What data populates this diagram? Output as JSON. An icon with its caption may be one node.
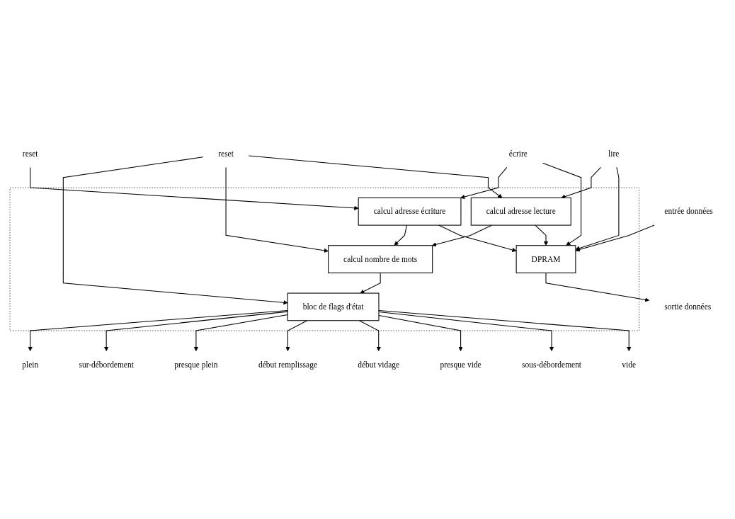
{
  "diagram": {
    "nodes": [
      {
        "text": [],
        "shape": "box"
      },
      {
        "text": [
          "entrée données"
        ]
      },
      {
        "text": [
          "sortie données"
        ]
      },
      {
        "text": [
          "lire"
        ]
      },
      {
        "text": [
          "DPRAM"
        ],
        "in": 0
      },
      {
        "text": [
          "écrire"
        ]
      },
      {
        "text": [
          "calcul adresse lecture"
        ],
        "in": 0
      },
      {
        "text": [
          "calcul adresse écriture"
        ],
        "in": 0
      },
      {
        "text": [
          "calcul nombre de mots"
        ],
        "in": 0
      },
      {
        "text": [
          "reset"
        ]
      },
      {
        "text": [
          "reset"
        ]
      },
      {
        "text": [
          "bloc de flags d'état"
        ],
        "in": 0
      },
      {
        "text": [
          "vide"
        ]
      },
      {
        "text": [
          "sous-débordement"
        ]
      },
      {
        "text": [
          "presque vide"
        ]
      },
      {
        "text": [
          "début vidage"
        ]
      },
      {
        "text": [
          "début remplissage"
        ]
      },
      {
        "text": [
          "presque plein"
        ]
      },
      {
        "text": [
          "sur-débordement"
        ]
      },
      {
        "text": [
          "plein"
        ]
      }
    ],
    "edges": [
      {
        "from": 1,
        "to": 4,
        "arrow": "to"
      },
      {
        "from": 4,
        "to": 2,
        "arrow": "to"
      },
      {
        "from": 3,
        "to": 4,
        "arrow": "to"
      },
      {
        "from": 3,
        "to": 6,
        "arrow": "to"
      },
      {
        "from": 5,
        "to": 4,
        "arrow": "to"
      },
      {
        "from": 5,
        "to": 7,
        "arrow": "to"
      },
      {
        "from": 6,
        "to": 4,
        "arrow": "to"
      },
      {
        "from": 6,
        "to": 8,
        "arrow": "to"
      },
      {
        "from": 7,
        "to": 4,
        "arrow": "to"
      },
      {
        "from": 7,
        "to": 8,
        "arrow": "to"
      },
      {
        "from": 9,
        "to": 7,
        "arrow": "to"
      },
      {
        "from": 10,
        "to": 6,
        "arrow": "to"
      },
      {
        "from": 10,
        "to": 8,
        "arrow": "to"
      },
      {
        "from": 10,
        "to": 11,
        "arrow": "to"
      },
      {
        "from": 8,
        "to": 11,
        "arrow": "to"
      },
      {
        "from": 11,
        "to": 12,
        "arrow": "to"
      },
      {
        "from": 11,
        "to": 13,
        "arrow": "to"
      },
      {
        "from": 11,
        "to": 14,
        "arrow": "to"
      },
      {
        "from": 11,
        "to": 15,
        "arrow": "to"
      },
      {
        "from": 11,
        "to": 16,
        "arrow": "to"
      },
      {
        "from": 11,
        "to": 17,
        "arrow": "to"
      },
      {
        "from": 11,
        "to": 18,
        "arrow": "to"
      },
      {
        "from": 11,
        "to": 19,
        "arrow": "to"
      }
    ]
  }
}
